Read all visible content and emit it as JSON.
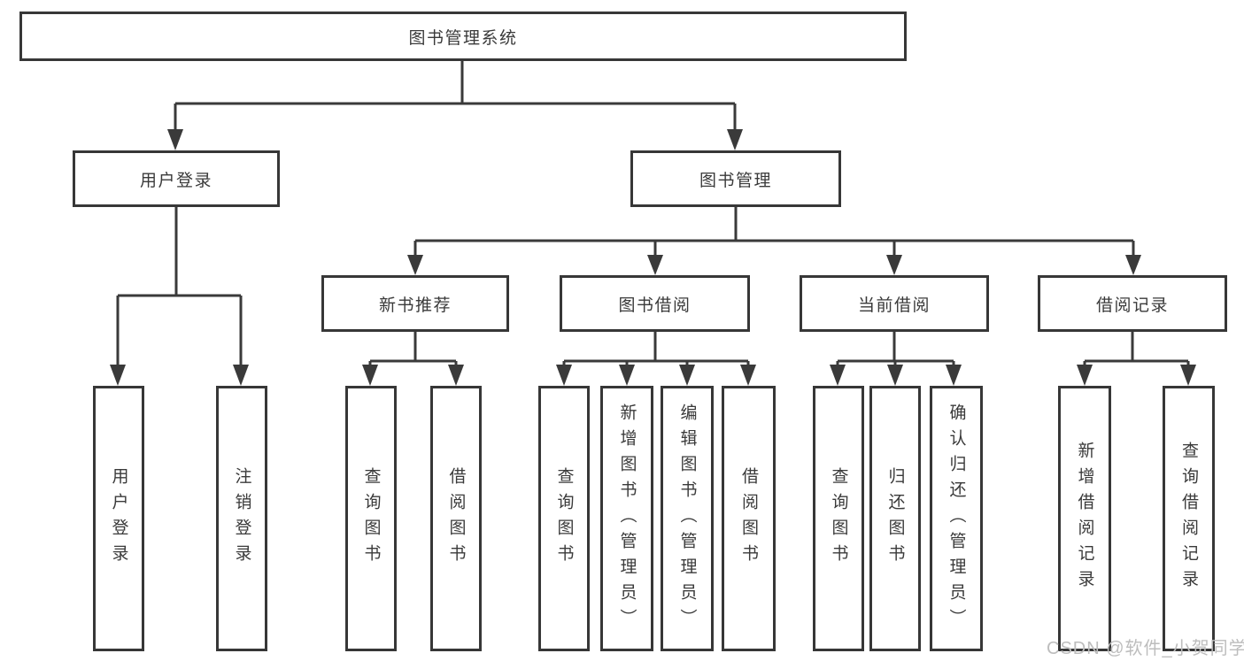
{
  "diagram": {
    "tree": {
      "label": "图书管理系统",
      "children": [
        {
          "label": "用户登录",
          "children": [
            {
              "label": "用户登录"
            },
            {
              "label": "注销登录"
            }
          ]
        },
        {
          "label": "图书管理",
          "children": [
            {
              "label": "新书推荐",
              "children": [
                {
                  "label": "查询图书"
                },
                {
                  "label": "借阅图书"
                }
              ]
            },
            {
              "label": "图书借阅",
              "children": [
                {
                  "label": "查询图书"
                },
                {
                  "label": "新增图书（管理员）"
                },
                {
                  "label": "编辑图书（管理员）"
                },
                {
                  "label": "借阅图书"
                }
              ]
            },
            {
              "label": "当前借阅",
              "children": [
                {
                  "label": "查询图书"
                },
                {
                  "label": "归还图书"
                },
                {
                  "label": "确认归还（管理员）"
                }
              ]
            },
            {
              "label": "借阅记录",
              "children": [
                {
                  "label": "新增借阅记录"
                },
                {
                  "label": "查询借阅记录"
                }
              ]
            }
          ]
        }
      ]
    },
    "colors": {
      "line": "#3a3a3a",
      "border": "#373737",
      "text": "#3a3a3a",
      "background": "#ffffff"
    }
  },
  "watermark": {
    "text": "CSDN @软件_小贺同学",
    "color": "#bdbdbd"
  }
}
